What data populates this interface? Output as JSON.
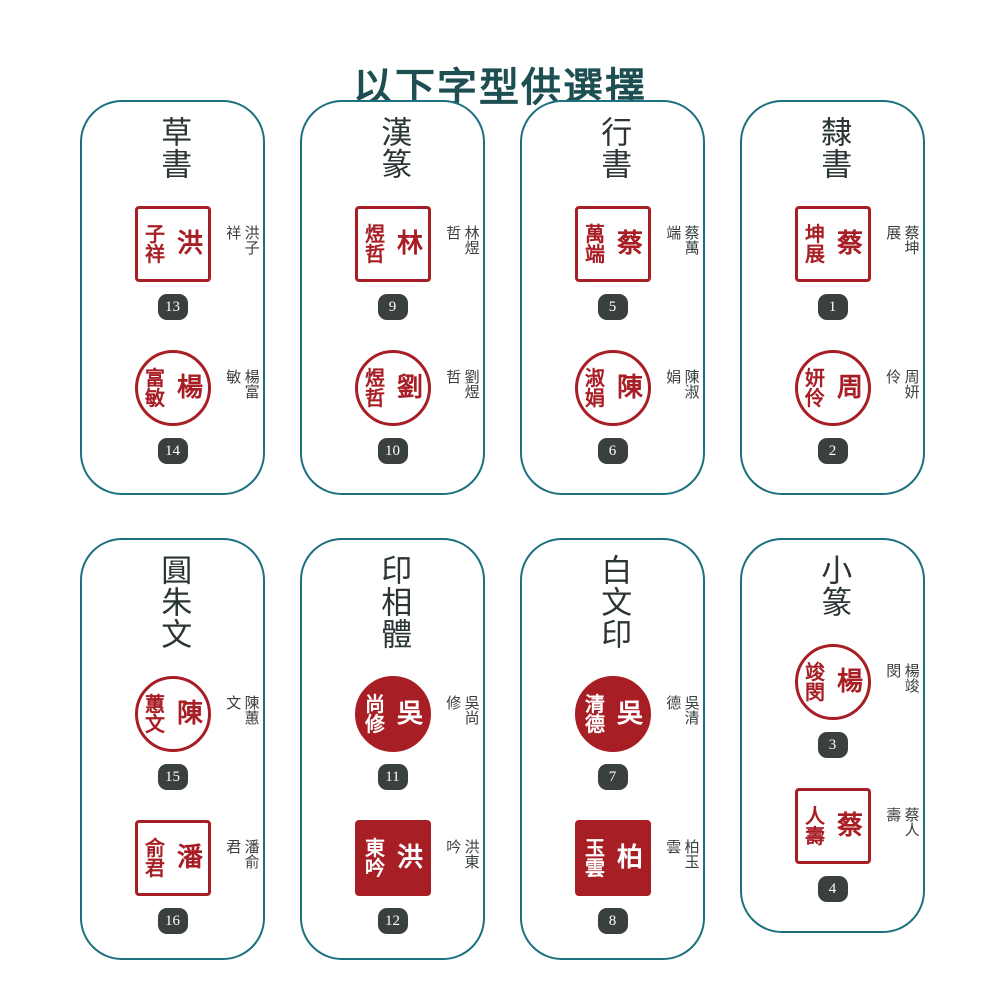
{
  "page": {
    "title": "以下字型供選擇",
    "title_color": "#1d4f52",
    "card_border_color": "#1d7080",
    "seal_color": "#a81e25",
    "badge_color": "#3a3f3f",
    "background": "#ffffff"
  },
  "cards": [
    {
      "style_name": "草書",
      "seals": [
        {
          "number": "13",
          "name": "洪子祥",
          "shape": "square",
          "fill": "outline",
          "glyph_right": "洪",
          "glyph_left": [
            "子",
            "祥"
          ]
        },
        {
          "number": "14",
          "name": "楊富敏",
          "shape": "round",
          "fill": "outline",
          "glyph_right": "楊",
          "glyph_left": [
            "富",
            "敏"
          ]
        }
      ]
    },
    {
      "style_name": "漢篆",
      "seals": [
        {
          "number": "9",
          "name": "林煜哲",
          "shape": "square",
          "fill": "outline",
          "glyph_right": "林",
          "glyph_left": [
            "煜",
            "哲"
          ]
        },
        {
          "number": "10",
          "name": "劉煜哲",
          "shape": "round",
          "fill": "outline",
          "glyph_right": "劉",
          "glyph_left": [
            "煜",
            "哲"
          ]
        }
      ]
    },
    {
      "style_name": "行書",
      "seals": [
        {
          "number": "5",
          "name": "蔡萬端",
          "shape": "square",
          "fill": "outline",
          "glyph_right": "蔡",
          "glyph_left": [
            "萬",
            "端"
          ]
        },
        {
          "number": "6",
          "name": "陳淑娟",
          "shape": "round",
          "fill": "outline",
          "glyph_right": "陳",
          "glyph_left": [
            "淑",
            "娟"
          ]
        }
      ]
    },
    {
      "style_name": "隸書",
      "seals": [
        {
          "number": "1",
          "name": "蔡坤展",
          "shape": "square",
          "fill": "outline",
          "glyph_right": "蔡",
          "glyph_left": [
            "坤",
            "展"
          ]
        },
        {
          "number": "2",
          "name": "周妍伶",
          "shape": "round",
          "fill": "outline",
          "glyph_right": "周",
          "glyph_left": [
            "妍",
            "伶"
          ]
        }
      ]
    },
    {
      "style_name": "圓朱文",
      "seals": [
        {
          "number": "15",
          "name": "陳蕙文",
          "shape": "round",
          "fill": "outline",
          "glyph_right": "陳",
          "glyph_left": [
            "蕙",
            "文"
          ]
        },
        {
          "number": "16",
          "name": "潘俞君",
          "shape": "square",
          "fill": "outline",
          "glyph_right": "潘",
          "glyph_left": [
            "俞",
            "君"
          ]
        }
      ]
    },
    {
      "style_name": "印相體",
      "seals": [
        {
          "number": "11",
          "name": "吳尚修",
          "shape": "round",
          "fill": "filled",
          "glyph_right": "吳",
          "glyph_left": [
            "尚",
            "修"
          ]
        },
        {
          "number": "12",
          "name": "洪東吟",
          "shape": "square",
          "fill": "filled",
          "glyph_right": "洪",
          "glyph_left": [
            "東",
            "吟"
          ]
        }
      ]
    },
    {
      "style_name": "白文印",
      "seals": [
        {
          "number": "7",
          "name": "吳清德",
          "shape": "round",
          "fill": "filled",
          "glyph_right": "吳",
          "glyph_left": [
            "清",
            "德"
          ]
        },
        {
          "number": "8",
          "name": "柏玉雲",
          "shape": "square",
          "fill": "filled",
          "glyph_right": "柏",
          "glyph_left": [
            "玉",
            "雲"
          ]
        }
      ]
    },
    {
      "style_name": "小篆",
      "seals": [
        {
          "number": "3",
          "name": "楊竣閔",
          "shape": "round",
          "fill": "outline",
          "glyph_right": "楊",
          "glyph_left": [
            "竣",
            "閔"
          ]
        },
        {
          "number": "4",
          "name": "蔡人壽",
          "shape": "square",
          "fill": "outline",
          "glyph_right": "蔡",
          "glyph_left": [
            "人",
            "壽"
          ]
        }
      ]
    }
  ]
}
